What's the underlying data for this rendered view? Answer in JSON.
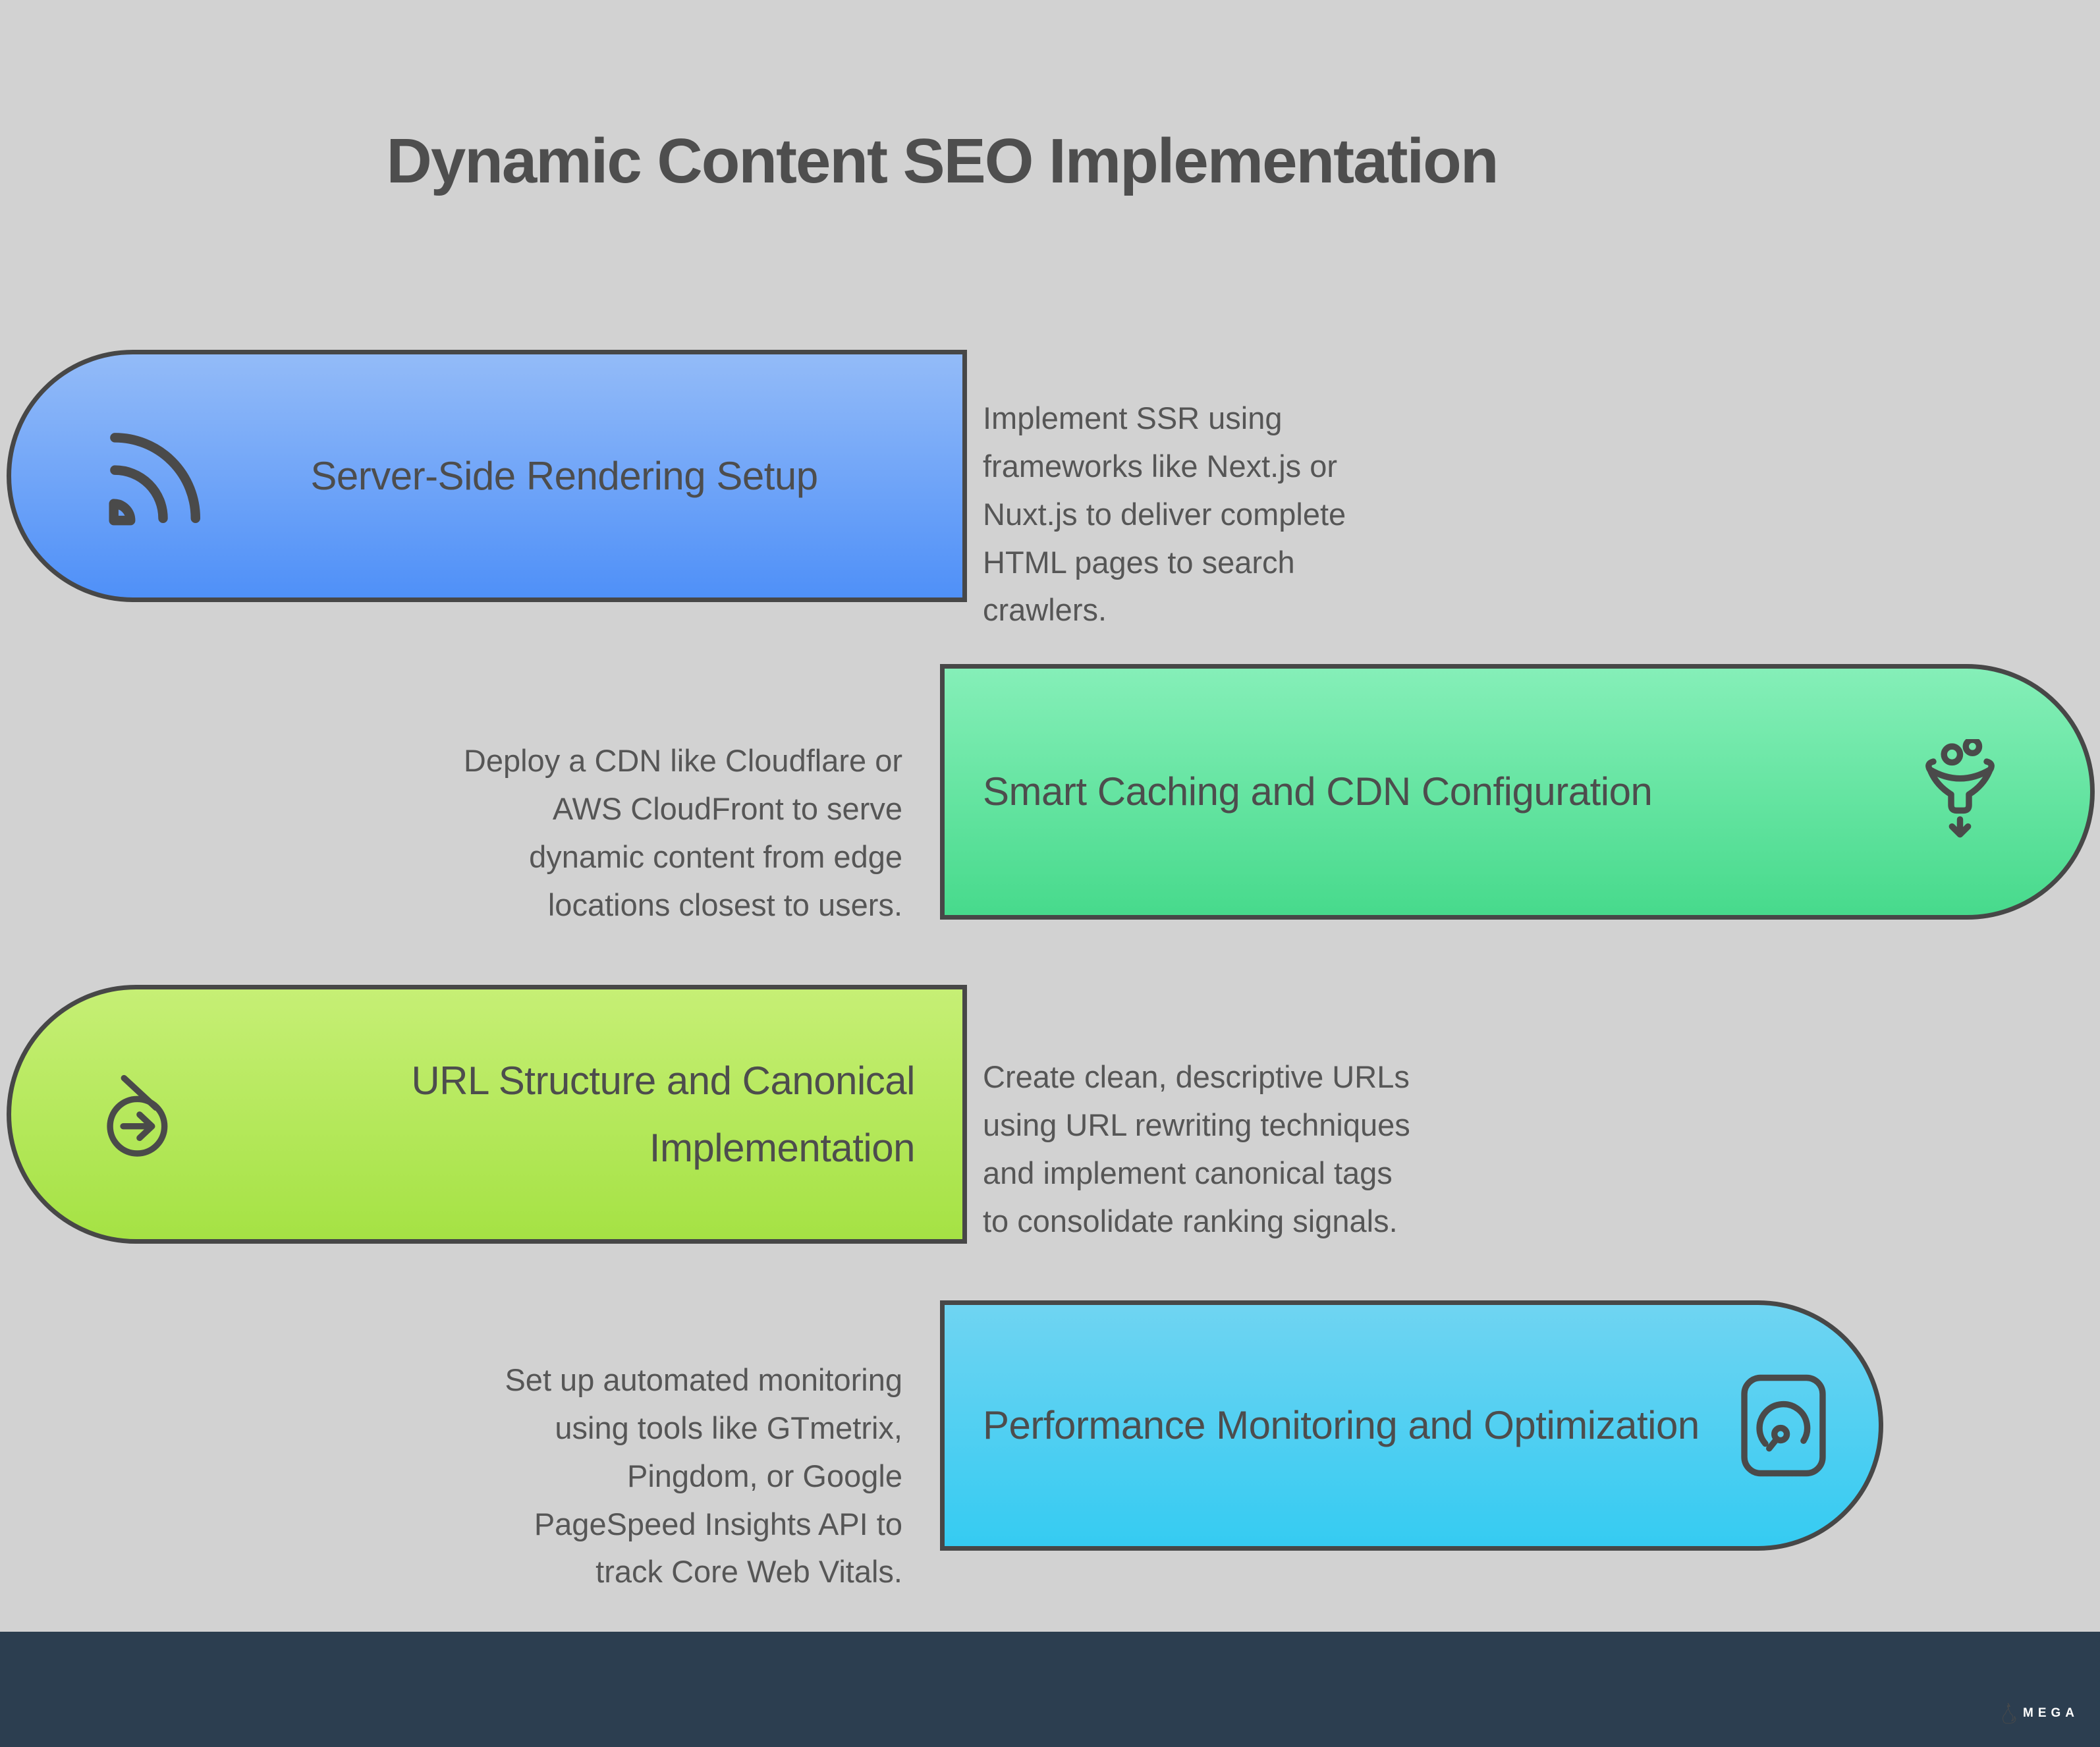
{
  "page": {
    "title": "Dynamic Content SEO Implementation",
    "background": "#d2d2d2",
    "title_color": "#4e4e4e",
    "text_color": "#565656",
    "card_border_color": "#474747",
    "icon_stroke_color": "#4a4a4a"
  },
  "cards": [
    {
      "title": "Server-Side Rendering Setup",
      "description": "Implement SSR using\nframeworks like Next.js or\nNuxt.js to deliver complete\nHTML pages to search\ncrawlers.",
      "icon": "broadcast-icon",
      "side": "left",
      "gradient_top": "#93bbf8",
      "gradient_bottom": "#4f90f8"
    },
    {
      "title": "Smart Caching and CDN Configuration",
      "description": "Deploy a CDN like Cloudflare or\nAWS CloudFront to serve\ndynamic content from edge\nlocations closest to users.",
      "icon": "funnel-icon",
      "side": "right",
      "gradient_top": "#85efb8",
      "gradient_bottom": "#47da8c"
    },
    {
      "title": "URL Structure and Canonical Implementation",
      "description": "Create clean, descriptive URLs\nusing URL rewriting techniques\nand implement canonical tags\nto consolidate ranking signals.",
      "icon": "arrow-right-circle-icon",
      "side": "left",
      "gradient_top": "#c6ef75",
      "gradient_bottom": "#a5e244"
    },
    {
      "title": "Performance Monitoring and Optimization",
      "description": "Set up automated monitoring\nusing tools like GTmetrix,\nPingdom, or Google\nPageSpeed Insights API to\ntrack Core Web Vitals.",
      "icon": "gauge-icon",
      "side": "right",
      "gradient_top": "#6fd4f2",
      "gradient_bottom": "#35cbf2"
    }
  ],
  "footer": {
    "background": "#2c3e50",
    "brand": "MEGA",
    "logo": "statue-icon"
  }
}
